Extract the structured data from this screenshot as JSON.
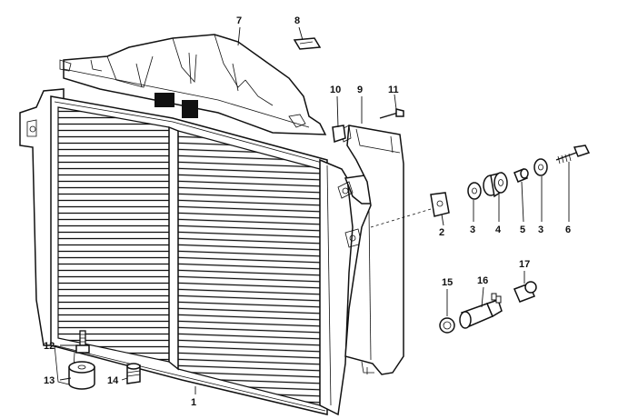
{
  "diagram": {
    "callouts": [
      {
        "id": "c1",
        "label": "1"
      },
      {
        "id": "c2",
        "label": "2"
      },
      {
        "id": "c3a",
        "label": "3"
      },
      {
        "id": "c4",
        "label": "4"
      },
      {
        "id": "c5",
        "label": "5"
      },
      {
        "id": "c3b",
        "label": "3"
      },
      {
        "id": "c6",
        "label": "6"
      },
      {
        "id": "c7",
        "label": "7"
      },
      {
        "id": "c8",
        "label": "8"
      },
      {
        "id": "c9",
        "label": "9"
      },
      {
        "id": "c10",
        "label": "10"
      },
      {
        "id": "c11",
        "label": "11"
      },
      {
        "id": "c12",
        "label": "12"
      },
      {
        "id": "c13",
        "label": "13"
      },
      {
        "id": "c14",
        "label": "14"
      },
      {
        "id": "c15",
        "label": "15"
      },
      {
        "id": "c16",
        "label": "16"
      },
      {
        "id": "c17",
        "label": "17"
      }
    ]
  }
}
